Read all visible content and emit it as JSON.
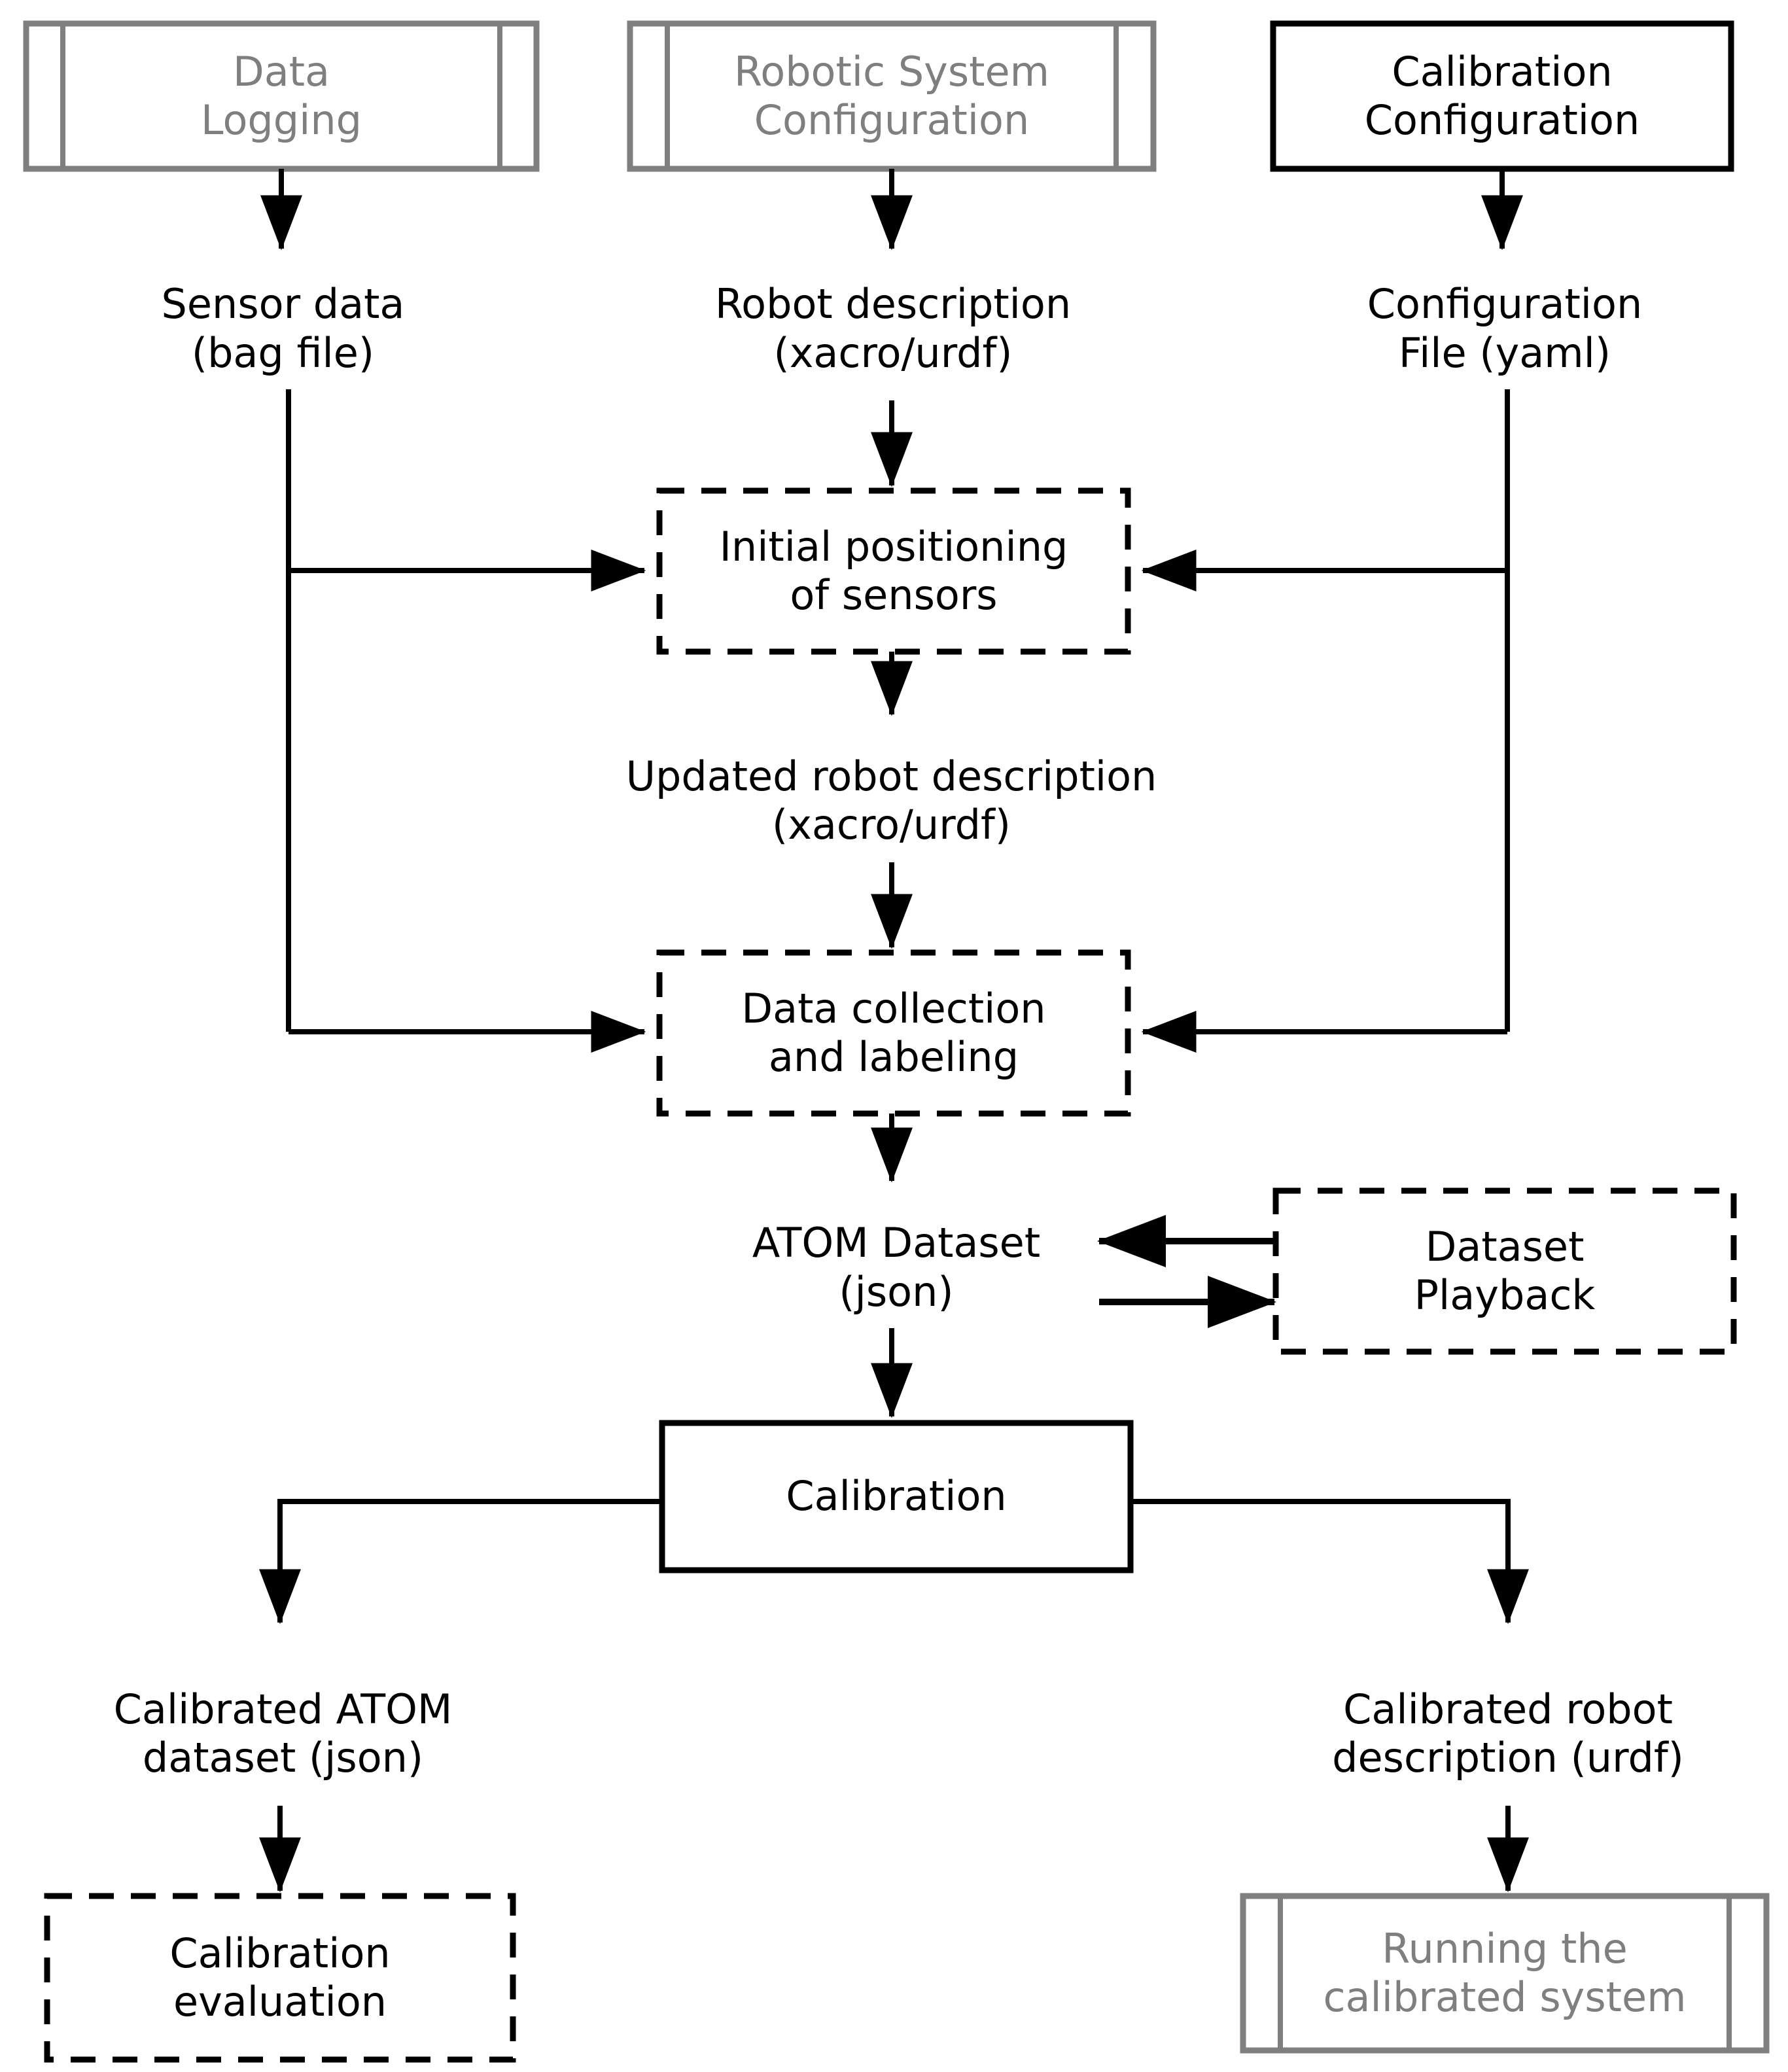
{
  "diagram": {
    "title": "ATOM calibration pipeline flowchart",
    "colors": {
      "stroke_black": "#000000",
      "stroke_gray": "#7f7f7f",
      "background": "#ffffff"
    },
    "nodes": {
      "data_logging": {
        "line1": "Data",
        "line2": "Logging",
        "style": "subprocess-gray"
      },
      "robotic_system_config": {
        "line1": "Robotic System",
        "line2": "Configuration",
        "style": "subprocess-gray"
      },
      "calibration_config": {
        "line1": "Calibration",
        "line2": "Configuration",
        "style": "solid-black"
      },
      "sensor_data": {
        "line1": "Sensor data",
        "line2": "(bag file)",
        "style": "plain-text"
      },
      "robot_description": {
        "line1": "Robot description",
        "line2": "(xacro/urdf)",
        "style": "plain-text"
      },
      "configuration_file": {
        "line1": "Configuration",
        "line2": "File (yaml)",
        "style": "plain-text"
      },
      "initial_positioning": {
        "line1": "Initial positioning",
        "line2": "of sensors",
        "style": "dashed-black"
      },
      "updated_robot_desc": {
        "line1": "Updated robot description",
        "line2": "(xacro/urdf)",
        "style": "plain-text"
      },
      "data_collection": {
        "line1": "Data collection",
        "line2": "and labeling",
        "style": "dashed-black"
      },
      "atom_dataset": {
        "line1": "ATOM Dataset",
        "line2": "(json)",
        "style": "plain-text"
      },
      "dataset_playback": {
        "line1": "Dataset",
        "line2": "Playback",
        "style": "dashed-black"
      },
      "calibration": {
        "line1": "Calibration",
        "line2": "",
        "style": "solid-black"
      },
      "calibrated_atom_dataset": {
        "line1": "Calibrated ATOM",
        "line2": "dataset (json)",
        "style": "plain-text"
      },
      "calibrated_robot_desc": {
        "line1": "Calibrated robot",
        "line2": "description (urdf)",
        "style": "plain-text"
      },
      "calibration_evaluation": {
        "line1": "Calibration",
        "line2": "evaluation",
        "style": "dashed-black"
      },
      "running_calibrated": {
        "line1": "Running the",
        "line2": "calibrated system",
        "style": "subprocess-gray"
      }
    },
    "edges": [
      {
        "from": "data_logging",
        "to": "sensor_data",
        "type": "arrow-down"
      },
      {
        "from": "robotic_system_config",
        "to": "robot_description",
        "type": "arrow-down"
      },
      {
        "from": "calibration_config",
        "to": "configuration_file",
        "type": "arrow-down"
      },
      {
        "from": "robot_description",
        "to": "initial_positioning",
        "type": "arrow-down"
      },
      {
        "from": "sensor_data",
        "to": "initial_positioning",
        "type": "elbow-right"
      },
      {
        "from": "configuration_file",
        "to": "initial_positioning",
        "type": "elbow-left"
      },
      {
        "from": "initial_positioning",
        "to": "updated_robot_desc",
        "type": "arrow-down"
      },
      {
        "from": "updated_robot_desc",
        "to": "data_collection",
        "type": "arrow-down"
      },
      {
        "from": "sensor_data",
        "to": "data_collection",
        "type": "elbow-right"
      },
      {
        "from": "configuration_file",
        "to": "data_collection",
        "type": "elbow-left"
      },
      {
        "from": "data_collection",
        "to": "atom_dataset",
        "type": "arrow-down"
      },
      {
        "from": "dataset_playback",
        "to": "atom_dataset",
        "type": "arrow-left"
      },
      {
        "from": "atom_dataset",
        "to": "dataset_playback",
        "type": "arrow-right"
      },
      {
        "from": "atom_dataset",
        "to": "calibration",
        "type": "arrow-down"
      },
      {
        "from": "calibration",
        "to": "calibrated_atom_dataset",
        "type": "elbow-down-left"
      },
      {
        "from": "calibration",
        "to": "calibrated_robot_desc",
        "type": "elbow-down-right"
      },
      {
        "from": "calibrated_atom_dataset",
        "to": "calibration_evaluation",
        "type": "arrow-down"
      },
      {
        "from": "calibrated_robot_desc",
        "to": "running_calibrated",
        "type": "arrow-down"
      }
    ]
  }
}
